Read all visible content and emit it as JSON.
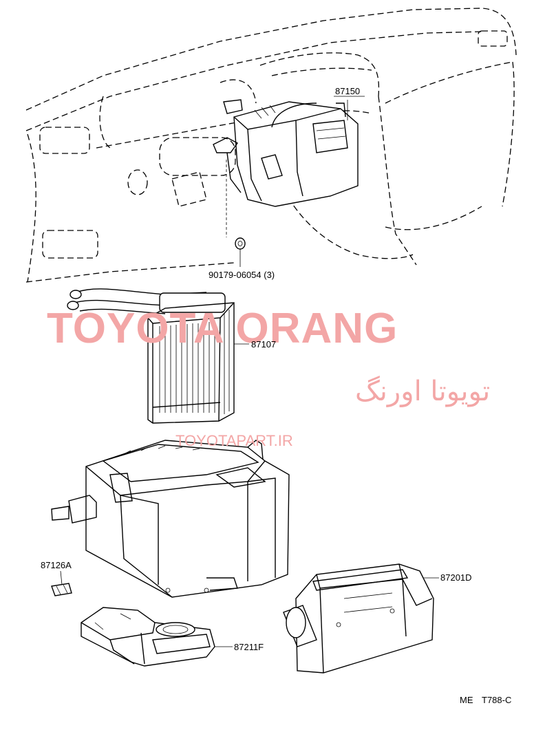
{
  "labels": {
    "part_87150": "87150",
    "part_90179": "90179-06054 (3)",
    "part_87107": "87107",
    "part_87126A": "87126A",
    "part_87201D": "87201D",
    "part_87211F": "87211F",
    "code_prefix": "ME",
    "code_number": "T788-C"
  },
  "watermark": {
    "latin": "TOYOTA ORANG",
    "persian": "تویوتا اورنگ",
    "url": "TOYOTAPART.IR",
    "color": "#f3a6a6"
  }
}
